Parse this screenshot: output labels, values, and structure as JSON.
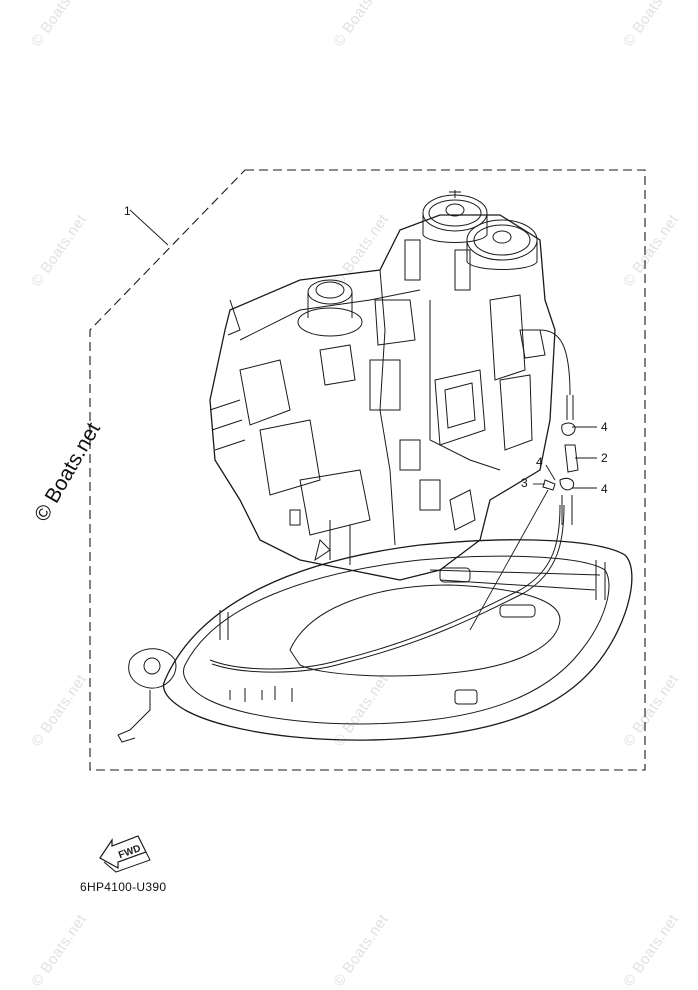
{
  "watermark": {
    "small": "© Boats.net",
    "large": "© Boats.net"
  },
  "callouts": [
    {
      "id": "1",
      "label": "1"
    },
    {
      "id": "2",
      "label": "2"
    },
    {
      "id": "3",
      "label": "3"
    },
    {
      "id": "4a",
      "label": "4"
    },
    {
      "id": "4b",
      "label": "4"
    },
    {
      "id": "4c",
      "label": "4"
    }
  ],
  "fwd_label": "FWD",
  "diagram_code": "6HP4100-U390",
  "colors": {
    "line": "#1a1a1a",
    "watermark": "#e1e1e1",
    "background": "#ffffff"
  }
}
